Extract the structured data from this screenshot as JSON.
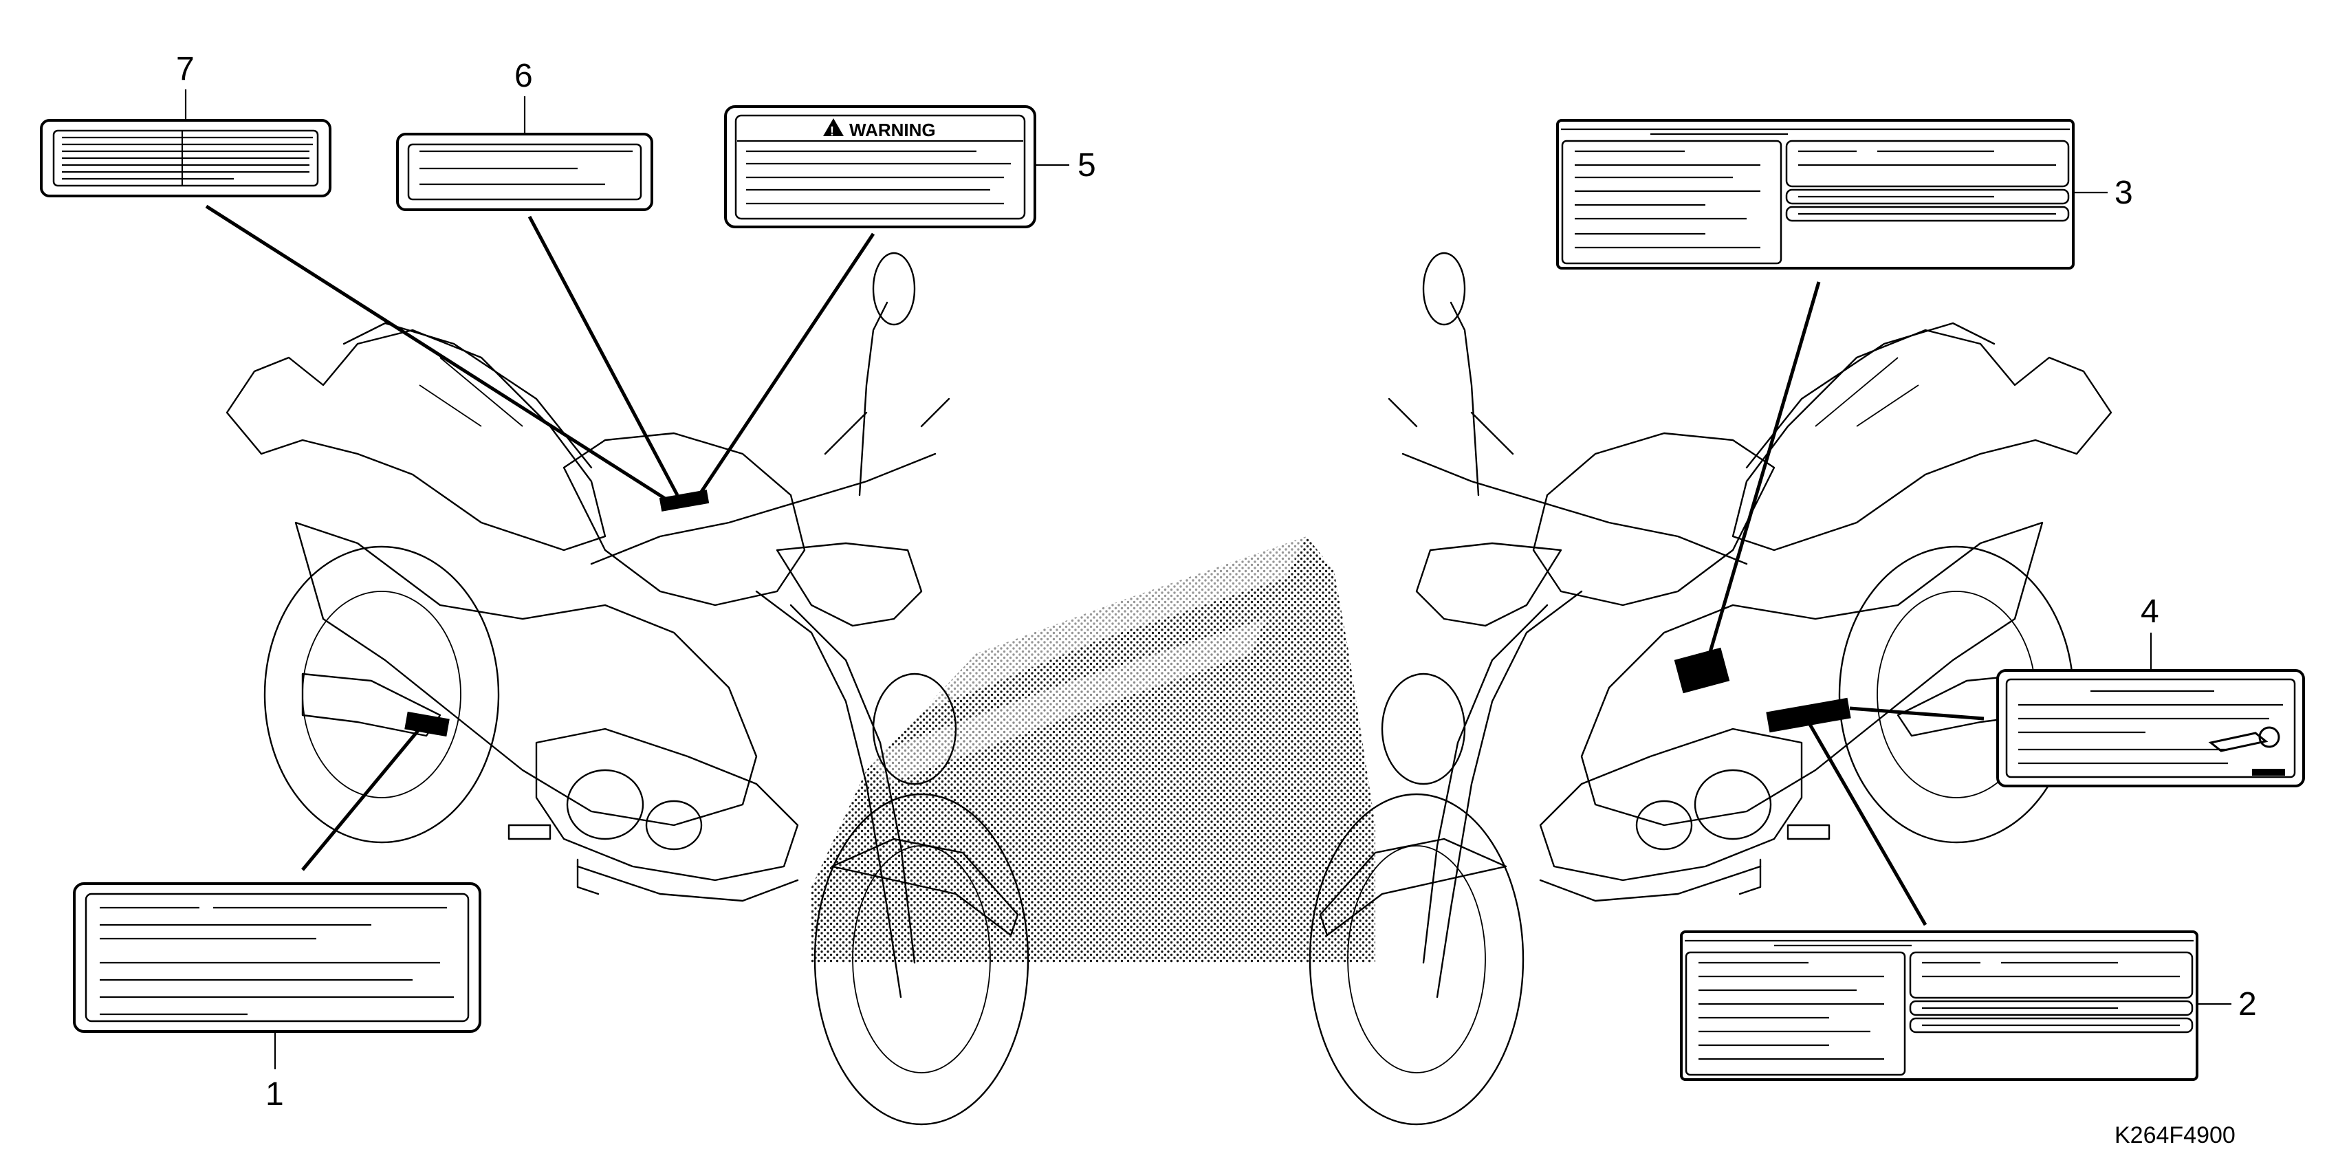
{
  "diagram": {
    "part_code": "K264F4900",
    "warning_text": "WARNING",
    "labels": [
      {
        "callout": "1"
      },
      {
        "callout": "2"
      },
      {
        "callout": "3"
      },
      {
        "callout": "4"
      },
      {
        "callout": "5"
      },
      {
        "callout": "6"
      },
      {
        "callout": "7"
      }
    ]
  }
}
